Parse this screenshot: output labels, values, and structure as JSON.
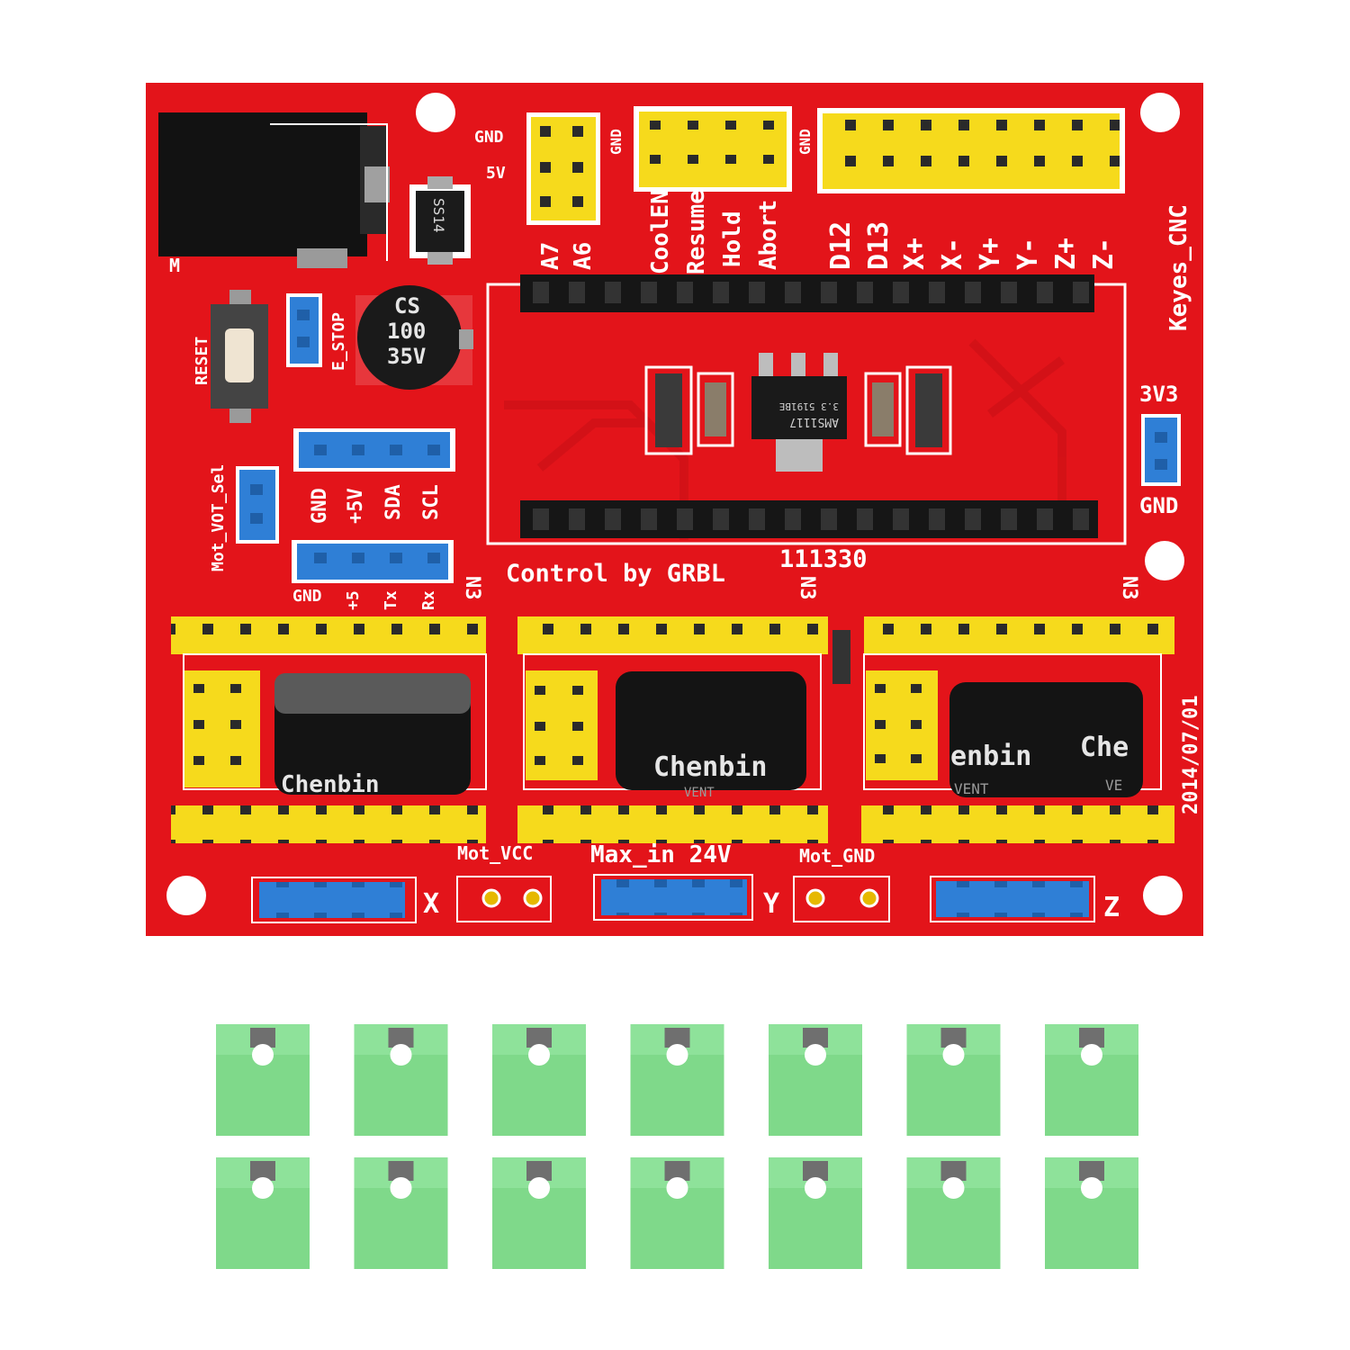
{
  "colors": {
    "board": "#e3141a",
    "board_dark": "#b80d12",
    "silk": "#ffffff",
    "yellow_header": "#f6da1c",
    "blue_header": "#2f7fd6",
    "black_header": "#161616",
    "jumper_green": "#7fd98a"
  },
  "labels": {
    "gnd_top": "GND",
    "v5_top": "5V",
    "a7": "A7",
    "a6": "A6",
    "gnd_side_1": "GND",
    "gnd_side_2": "GND",
    "coolen": "CoolEN",
    "resume": "Resume",
    "hold": "Hold",
    "abort": "Abort",
    "d12": "D12",
    "d13": "D13",
    "x_plus": "X+",
    "x_minus": "X-",
    "y_plus": "Y+",
    "y_minus": "Y-",
    "z_plus": "Z+",
    "z_minus": "Z-",
    "keyes_cnc": "Keyes_CNC",
    "m_mark": "M",
    "ss14": "SS14",
    "cap_line1": "CS",
    "cap_line2": "100",
    "cap_line3": "35V",
    "reset": "RESET",
    "e_stop": "E_STOP",
    "mot_vot_sel": "Mot_VOT_Sel",
    "i2c_gnd": "GND",
    "i2c_5v": "+5V",
    "sda": "SDA",
    "scl": "SCL",
    "uart_gnd": "GND",
    "uart_5v": "+5",
    "tx": "Tx",
    "rx": "Rx",
    "n3_1": "N3",
    "n3_2": "N3",
    "n3_3": "N3",
    "ams_line1": "AMS1117",
    "ams_line2": "3.3   5191BE",
    "v3v3": "3V3",
    "gnd_right": "GND",
    "control_by": "Control by GRBL",
    "code": "111330",
    "date": "2014/07/01",
    "chenbin_1": "Chenbin",
    "chenbin_2": "Chenbin",
    "chenbin_3": "enbin",
    "chenbin_4": "Che",
    "vent_2": "VENT",
    "vent_3": "VENT",
    "ve_4": "VE",
    "mot_vcc": "Mot_VCC",
    "max_in": "Max_in 24V",
    "mot_gnd": "Mot_GND",
    "axis_x": "X",
    "axis_y": "Y",
    "axis_z": "Z"
  },
  "jumper_caps": {
    "rows": 2,
    "per_row": 7,
    "count": 14
  }
}
